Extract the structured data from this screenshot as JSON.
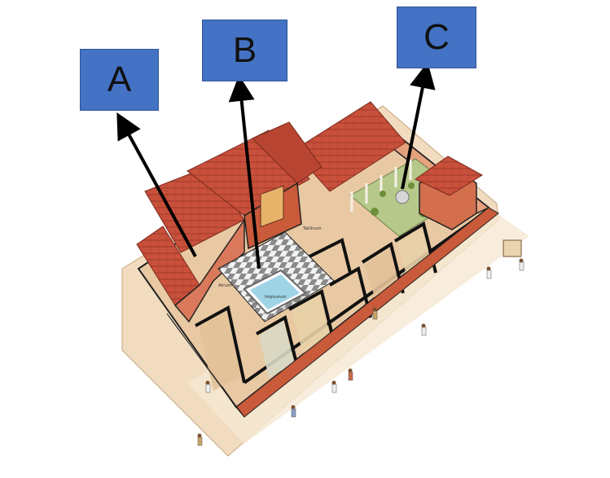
{
  "labels": {
    "a": "A",
    "b": "B",
    "c": "C"
  },
  "room_labels": {
    "atrium": "Atrium",
    "impluvium": "Impluvium",
    "tablinum": "Tablinum"
  },
  "colors": {
    "label_fill": "#4472c4",
    "roof": "#c9503b",
    "wall": "#d9785a",
    "arrow": "#000000",
    "pool": "#9fd3e6",
    "garden": "#b6c98a"
  }
}
